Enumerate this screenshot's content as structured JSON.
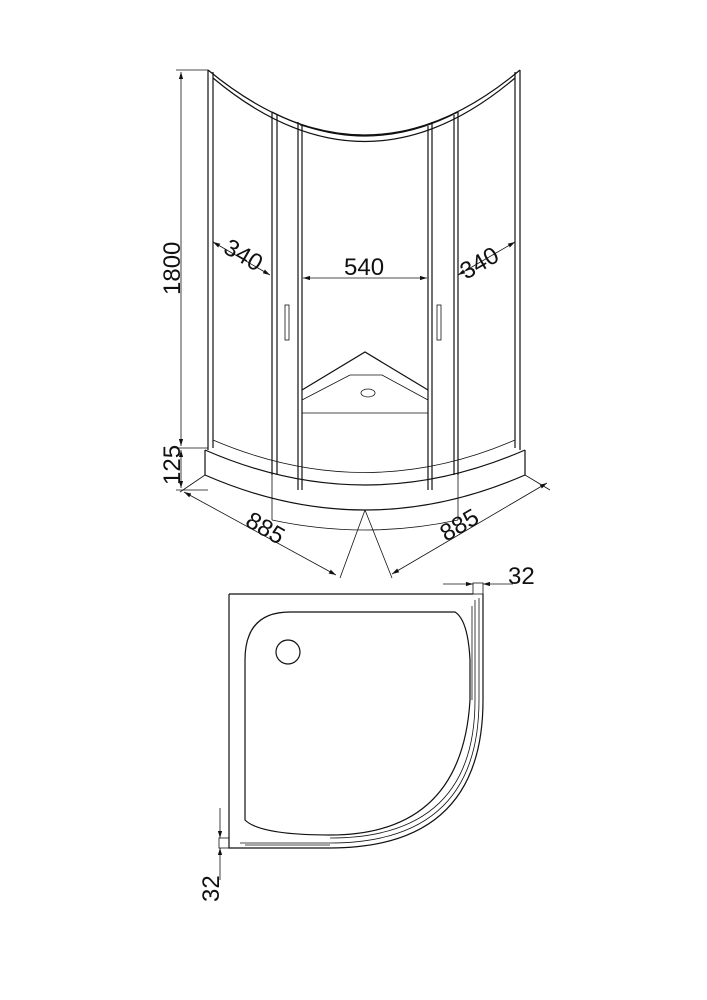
{
  "title": "Quarter-round shower enclosure dimension drawing",
  "dimensions": {
    "height": "1800",
    "tray_height": "125",
    "left_fixed_width": "340",
    "door_opening": "540",
    "right_fixed_width": "340",
    "depth_left": "885",
    "depth_right": "885",
    "profile_top": "32",
    "profile_bottom": "32"
  }
}
